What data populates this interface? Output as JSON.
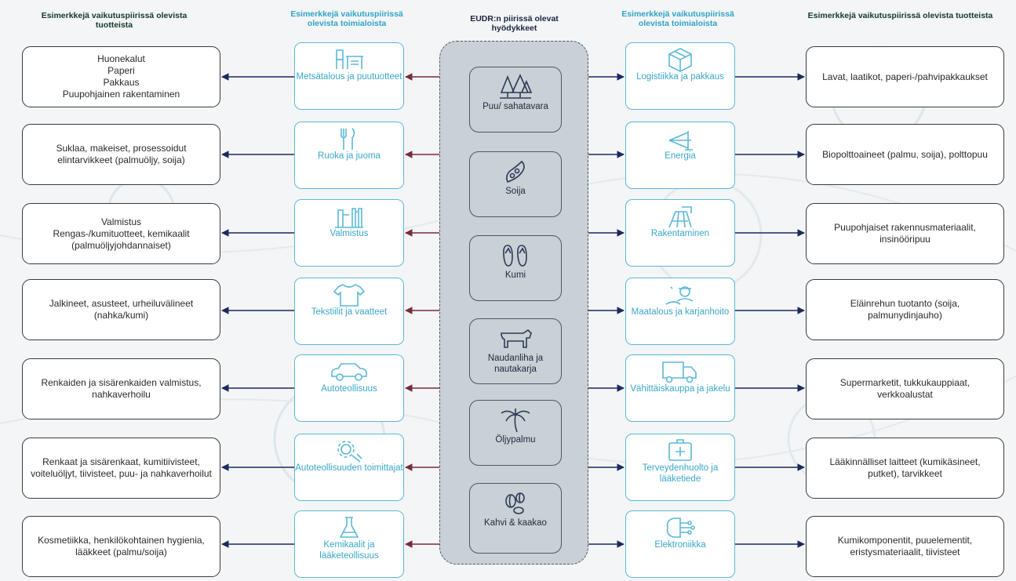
{
  "headers": {
    "left_products": "Esimerkkejä vaikutuspiirissä olevista tuotteista",
    "left_industries": "Esimerkkejä vaikutuspiirissä olevista toimialoista",
    "commodities": "EUDR:n piirissä olevat hyödykkeet",
    "right_industries": "Esimerkkejä vaikutuspiirissä olevista toimialoista",
    "right_products": "Esimerkkejä vaikutuspiirissä olevista tuotteista"
  },
  "left_products": [
    "Huonekalut\nPaperi\nPakkaus\nPuupohjainen rakentaminen",
    "Suklaa, makeiset, prosessoidut elintarvikkeet (palmuöljy, soija)",
    "Valmistus\nRengas-/kumituotteet, kemikaalit (palmuöljyjohdannaiset)",
    "Jalkineet, asusteet, urheiluvälineet (nahka/kumi)",
    "Renkaiden ja sisärenkaiden valmistus, nahkaverhoilu",
    "Renkaat ja sisärenkaat, kumitiivisteet, voiteluöljyt, tiivisteet, puu- ja nahkaverhoilut",
    "Kosmetiikka, henkilökohtainen hygienia, lääkkeet (palmu/soija)"
  ],
  "left_industries": [
    {
      "label": "Metsätalous ja puutuotteet",
      "icon": "furniture-icon"
    },
    {
      "label": "Ruoka ja juoma",
      "icon": "cutlery-icon"
    },
    {
      "label": "Valmistus",
      "icon": "manufacturing-icon"
    },
    {
      "label": "Tekstiilit ja vaatteet",
      "icon": "tshirt-icon"
    },
    {
      "label": "Autoteollisuus",
      "icon": "car-icon"
    },
    {
      "label": "Autoteollisuuden toimittajat",
      "icon": "gear-wrench-icon"
    },
    {
      "label": "Kemikaalit ja lääketeollisuus",
      "icon": "flask-icon"
    }
  ],
  "commodities": [
    {
      "label": "Puu/ sahatavara",
      "icon": "trees-icon"
    },
    {
      "label": "Soija",
      "icon": "soy-icon"
    },
    {
      "label": "Kumi",
      "icon": "flip-flops-icon"
    },
    {
      "label": "Naudanliha ja nautakarja",
      "icon": "cow-icon"
    },
    {
      "label": "Öljypalmu",
      "icon": "palm-tree-icon"
    },
    {
      "label": "Kahvi & kaakao",
      "icon": "coffee-beans-icon"
    }
  ],
  "right_industries": [
    {
      "label": "Logistiikka ja pakkaus",
      "icon": "package-icon"
    },
    {
      "label": "Energia",
      "icon": "wind-turbine-icon"
    },
    {
      "label": "Rakentaminen",
      "icon": "construction-icon"
    },
    {
      "label": "Maatalous ja karjanhoito",
      "icon": "farmer-icon"
    },
    {
      "label": "Vähittäiskauppa ja jakelu",
      "icon": "truck-icon"
    },
    {
      "label": "Terveydenhuolto ja lääketiede",
      "icon": "medical-kit-icon"
    },
    {
      "label": "Elektroniikka",
      "icon": "circuit-icon"
    }
  ],
  "right_products": [
    "Lavat, laatikot, paperi-/pahvipakkaukset",
    "Biopolttoaineet (palmu, soija), polttopuu",
    "Puupohjaiset rakennusmateriaalit, insinööripuu",
    "Eläinrehun tuotanto (soija, palmunydinjauho)",
    "Supermarketit, tukkukauppiaat, verkkoalustat",
    "Lääkinnälliset laitteet (kumikäsineet, putket), tarvikkeet",
    "Kumikomponentit, puuelementit, eristysmateriaalit, tiivisteet"
  ],
  "colors": {
    "industry_border": "#5cb8d6",
    "commodity_fill": "#c9d0d6",
    "arrow_navy": "#1b2a5e",
    "arrow_maroon": "#7a2a3a"
  }
}
